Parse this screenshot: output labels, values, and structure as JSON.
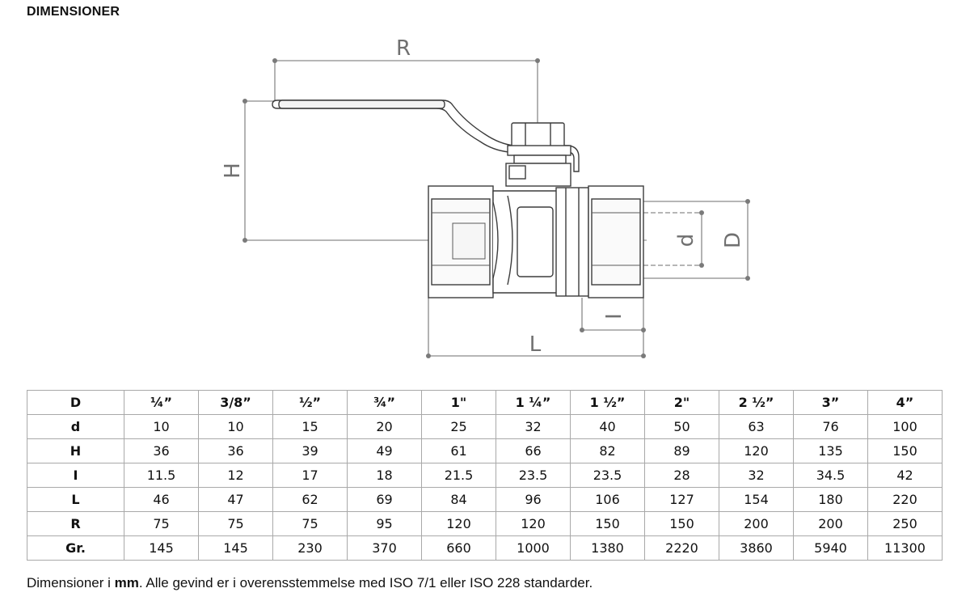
{
  "heading": "DIMENSIONER",
  "drawing": {
    "labels": {
      "R": "R",
      "H": "H",
      "d": "d",
      "D": "D",
      "I": "I",
      "L": "L"
    }
  },
  "table": {
    "header": [
      "D",
      "¼”",
      "3/8”",
      "½”",
      "¾”",
      "1\"",
      "1 ¼”",
      "1 ½”",
      "2\"",
      "2 ½”",
      "3”",
      "4”"
    ],
    "rows": [
      {
        "label": "d",
        "values": [
          "10",
          "10",
          "15",
          "20",
          "25",
          "32",
          "40",
          "50",
          "63",
          "76",
          "100"
        ]
      },
      {
        "label": "H",
        "values": [
          "36",
          "36",
          "39",
          "49",
          "61",
          "66",
          "82",
          "89",
          "120",
          "135",
          "150"
        ]
      },
      {
        "label": "I",
        "values": [
          "11.5",
          "12",
          "17",
          "18",
          "21.5",
          "23.5",
          "23.5",
          "28",
          "32",
          "34.5",
          "42"
        ]
      },
      {
        "label": "L",
        "values": [
          "46",
          "47",
          "62",
          "69",
          "84",
          "96",
          "106",
          "127",
          "154",
          "180",
          "220"
        ]
      },
      {
        "label": "R",
        "values": [
          "75",
          "75",
          "75",
          "95",
          "120",
          "120",
          "150",
          "150",
          "200",
          "200",
          "250"
        ]
      },
      {
        "label": "Gr.",
        "values": [
          "145",
          "145",
          "230",
          "370",
          "660",
          "1000",
          "1380",
          "2220",
          "3860",
          "5940",
          "11300"
        ]
      }
    ]
  },
  "footnote": {
    "prefix": "Dimensioner i ",
    "unit": "mm",
    "suffix": ". Alle gevind er i overensstemmelse med ISO 7/1 eller ISO 228 standarder."
  }
}
